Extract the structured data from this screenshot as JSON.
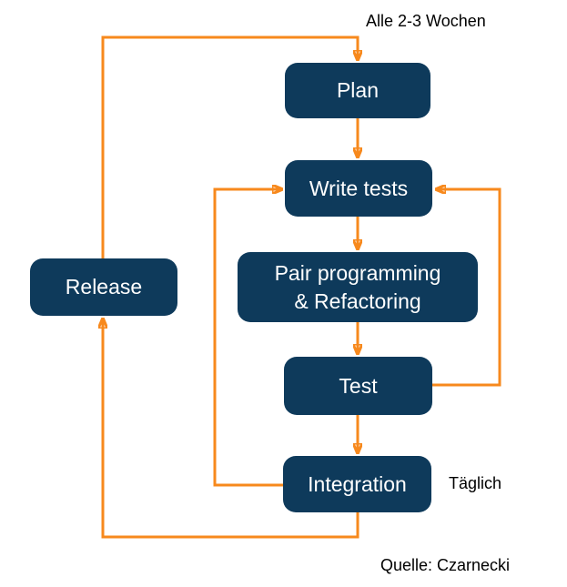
{
  "diagram": {
    "type": "flowchart",
    "nodes": {
      "plan": {
        "label": "Plan"
      },
      "write_tests": {
        "label": "Write tests"
      },
      "pair": {
        "label": "Pair programming\n& Refactoring"
      },
      "test": {
        "label": "Test"
      },
      "integration": {
        "label": "Integration"
      },
      "release": {
        "label": "Release"
      }
    },
    "edges": [
      {
        "from": "Plan",
        "to": "Write tests"
      },
      {
        "from": "Write tests",
        "to": "Pair programming & Refactoring"
      },
      {
        "from": "Pair programming & Refactoring",
        "to": "Test"
      },
      {
        "from": "Test",
        "to": "Integration"
      },
      {
        "from": "Test",
        "to": "Write tests"
      },
      {
        "from": "Integration",
        "to": "Write tests",
        "cadence": "Täglich"
      },
      {
        "from": "Integration",
        "to": "Release"
      },
      {
        "from": "Release",
        "to": "Plan",
        "cadence": "Alle 2-3 Wochen"
      }
    ],
    "annotations": {
      "cycle_label": "Alle 2-3 Wochen",
      "daily_label": "Täglich",
      "source_label": "Quelle: Czarnecki"
    },
    "colors": {
      "node_fill": "#0E3A5B",
      "node_text": "#FFFFFF",
      "arrow": "#F7891D",
      "label_text": "#000000",
      "background": "#FFFFFF"
    }
  }
}
